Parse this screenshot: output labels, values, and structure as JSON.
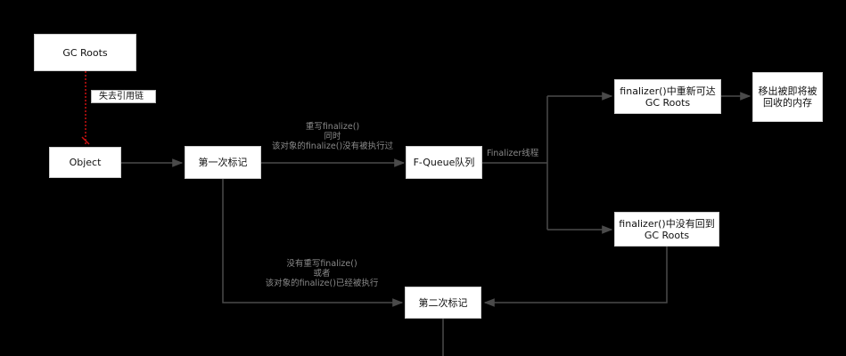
{
  "nodes": {
    "gc_roots": {
      "text": "GC Roots"
    },
    "object": {
      "text": "Object"
    },
    "first_mark": {
      "text": "第一次标记"
    },
    "fqueue": {
      "text": "F-Queue队列"
    },
    "reachable": {
      "line1": "finalizer()中重新可达",
      "line2": "GC Roots"
    },
    "removed": {
      "line1": "移出被即将被",
      "line2": "回收的内存"
    },
    "not_reachable": {
      "line1": "finalizer()中没有回到",
      "line2": "GC Roots"
    },
    "second_mark": {
      "text": "第二次标记"
    }
  },
  "labels": {
    "lose_ref": "失去引用链",
    "override": {
      "line1": "重写finalize()",
      "line2": "同时",
      "line3": "该对象的finalize()没有被执行过"
    },
    "finalizer_thread": "Finalizer线程",
    "not_override": {
      "line1": "没有重写finalize()",
      "line2": "或者",
      "line3": "该对象的finalize()已经被执行"
    }
  },
  "colors": {
    "background": "#000000",
    "edge": "#4a4a4a",
    "broken_link": "#cc1111",
    "node_fill": "#ffffff",
    "edge_label_text": "#8a8a8a"
  }
}
